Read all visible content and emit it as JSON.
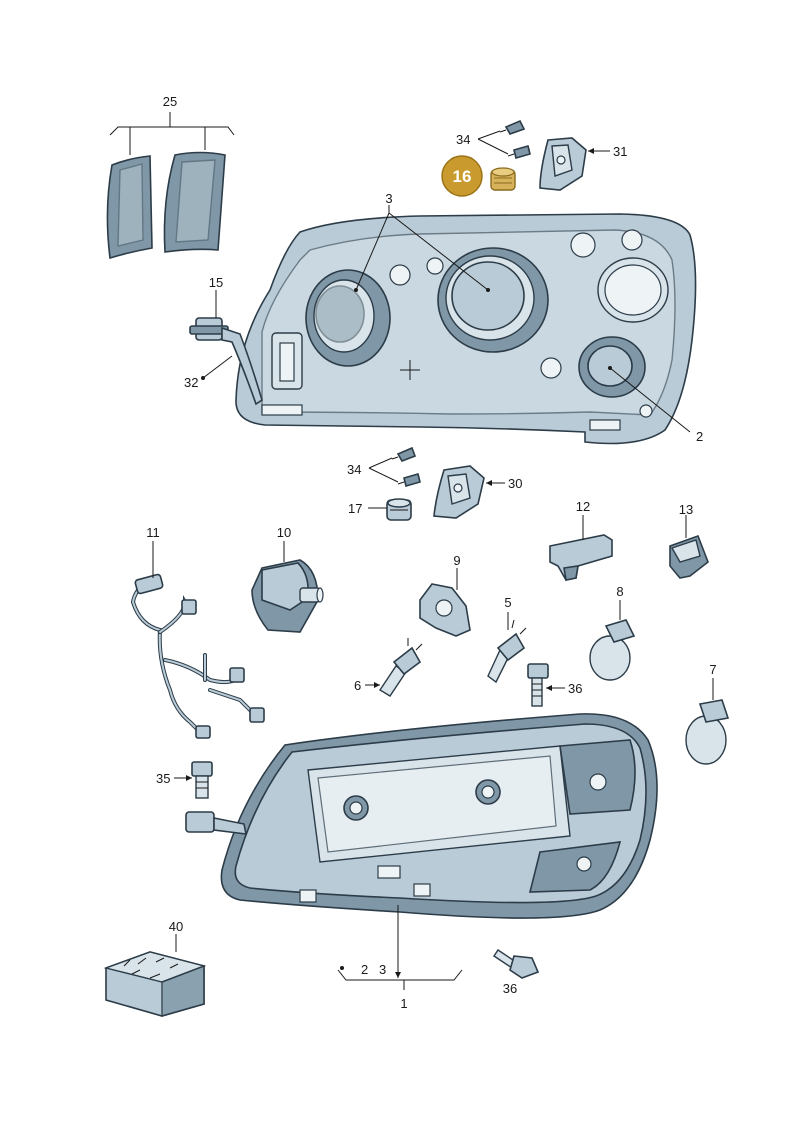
{
  "diagram": {
    "callouts": {
      "c1": "1",
      "c2_top": "2",
      "c2_bottom": "2",
      "c3_top": "3",
      "c3_bottom": "3",
      "c5": "5",
      "c6": "6",
      "c7": "7",
      "c8": "8",
      "c9": "9",
      "c10": "10",
      "c11": "11",
      "c12": "12",
      "c13": "13",
      "c15": "15",
      "c16": "16",
      "c17": "17",
      "c25": "25",
      "c30": "30",
      "c31": "31",
      "c32": "32",
      "c34_top": "34",
      "c34_mid": "34",
      "c35": "35",
      "c36_mid": "36",
      "c36_bottom": "36",
      "c40": "40"
    },
    "highlight_color": "#c99a2e",
    "part_color": "#b9cbd6",
    "outline_color": "#2c3c48"
  }
}
